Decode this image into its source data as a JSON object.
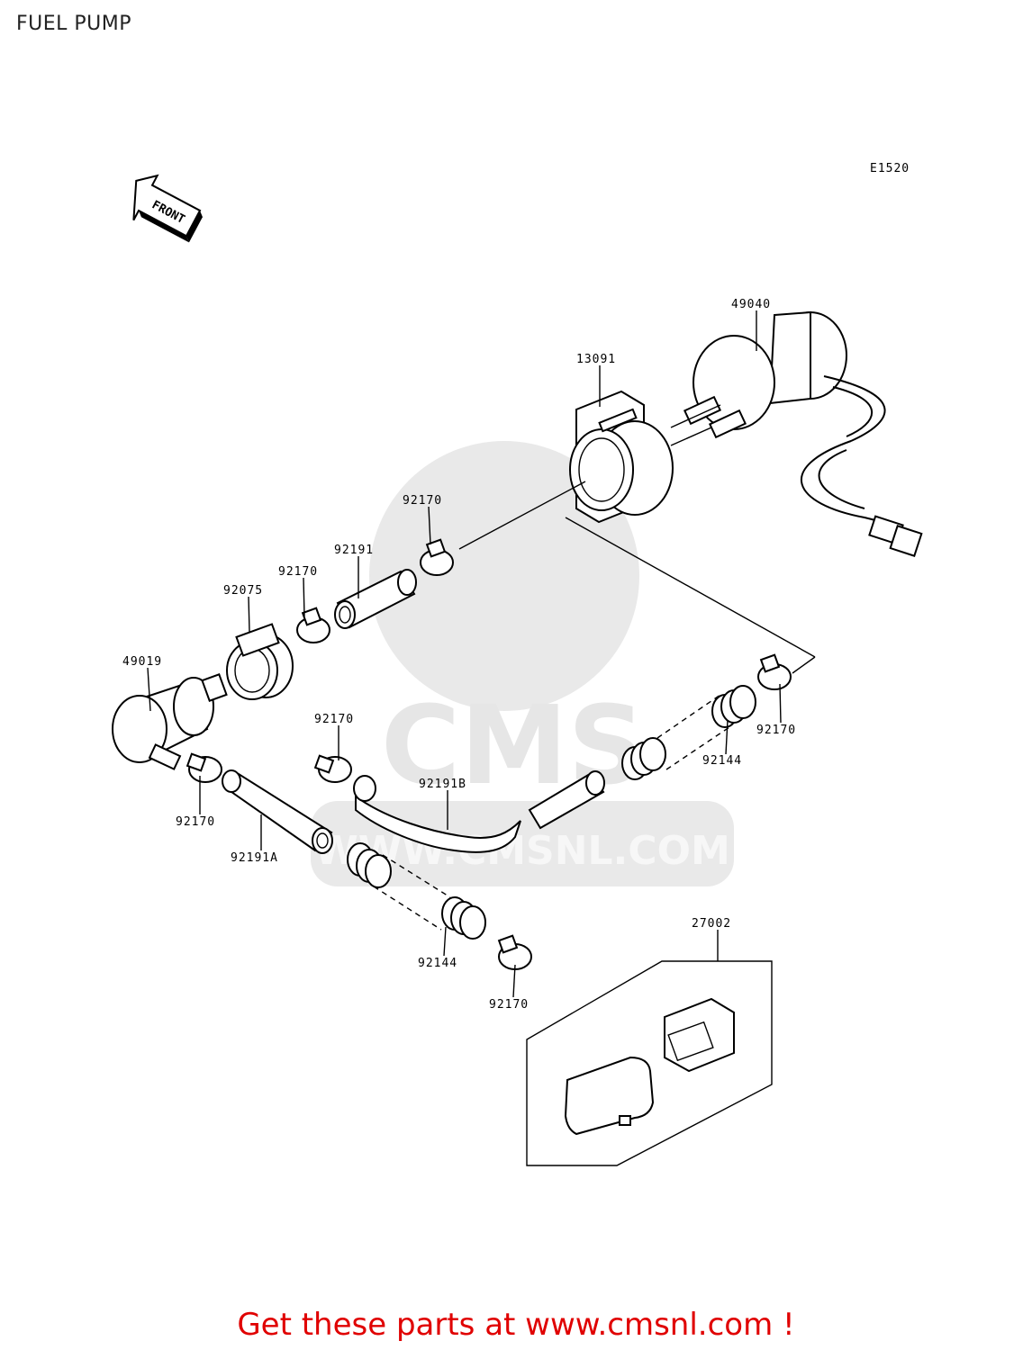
{
  "title": "FUEL PUMP",
  "diagram_code": "E1520",
  "front_label": "FRONT",
  "watermark": {
    "brand": "CMS",
    "url": "WWW.CMSNL.COM"
  },
  "parts": {
    "p49040": "49040",
    "p13091": "13091",
    "p92170_a": "92170",
    "p92191": "92191",
    "p92170_b": "92170",
    "p92075": "92075",
    "p49019": "49019",
    "p92170_c": "92170",
    "p92170_d": "92170",
    "p92144_a": "92144",
    "p92170_e": "92170",
    "p92191B": "92191B",
    "p92191A": "92191A",
    "p92144_b": "92144",
    "p92170_f": "92170",
    "p27002": "27002"
  },
  "footer": "Get these parts at www.cmsnl.com !",
  "colors": {
    "line": "#000000",
    "footer": "#e00000",
    "watermark": "#e8e8e8"
  }
}
